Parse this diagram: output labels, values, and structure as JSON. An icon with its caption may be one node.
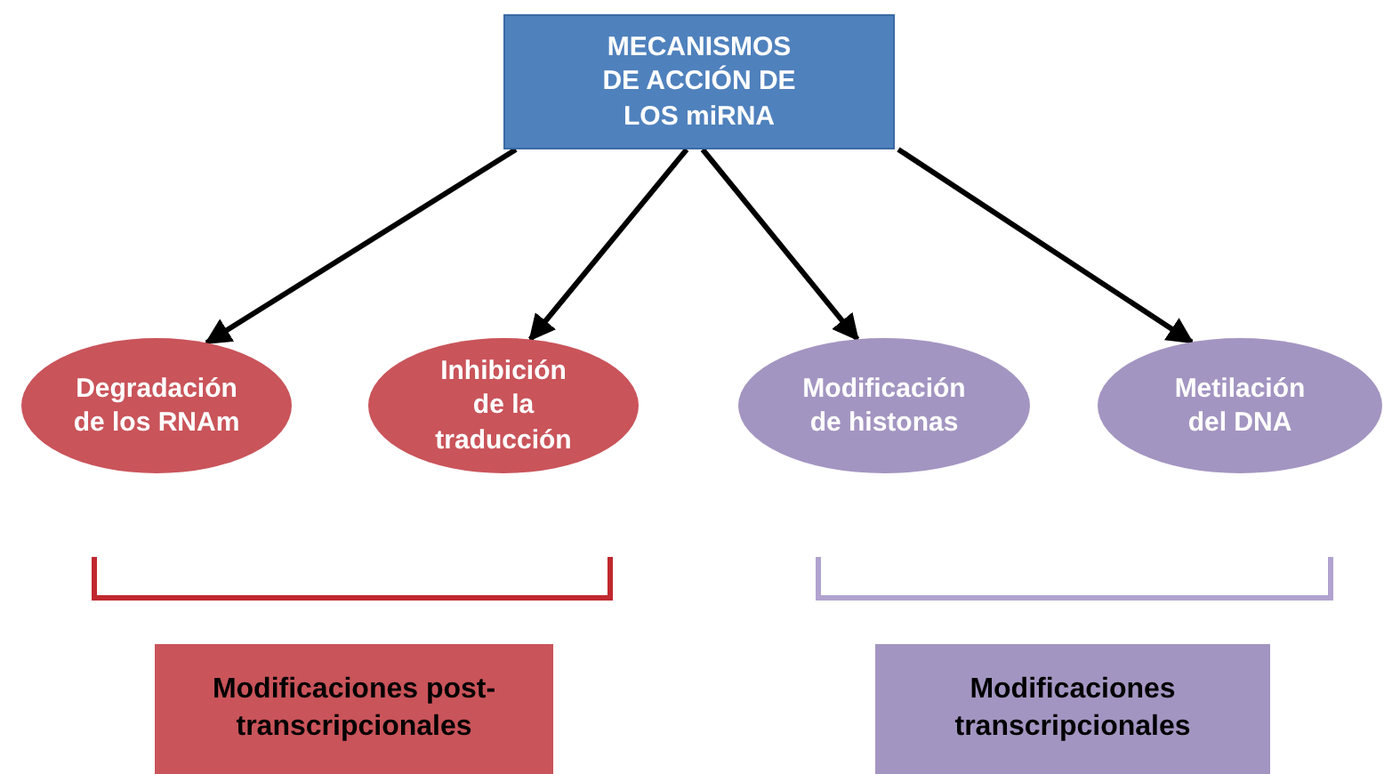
{
  "diagram": {
    "nodes": [
      {
        "text": [
          "MECANISMOS DE ACCIÓN DE LOS miRNA"
        ]
      },
      {
        "text": [
          "Degradación de los RNAm"
        ]
      },
      {
        "text": [
          "Inhibición de la traducción"
        ]
      },
      {
        "text": [
          "Modificación de histonas"
        ]
      },
      {
        "text": [
          "Metilación del DNA"
        ]
      },
      {
        "text": [
          "Modificaciones post-transcripcionales"
        ]
      },
      {
        "text": [
          "Modificaciones transcripcionales"
        ]
      }
    ],
    "edges": [
      {
        "from": 0,
        "to": 1,
        "arrow": "to"
      },
      {
        "from": 0,
        "to": 2,
        "arrow": "to"
      },
      {
        "from": 0,
        "to": 3,
        "arrow": "to"
      },
      {
        "from": 0,
        "to": 4,
        "arrow": "to"
      }
    ]
  }
}
